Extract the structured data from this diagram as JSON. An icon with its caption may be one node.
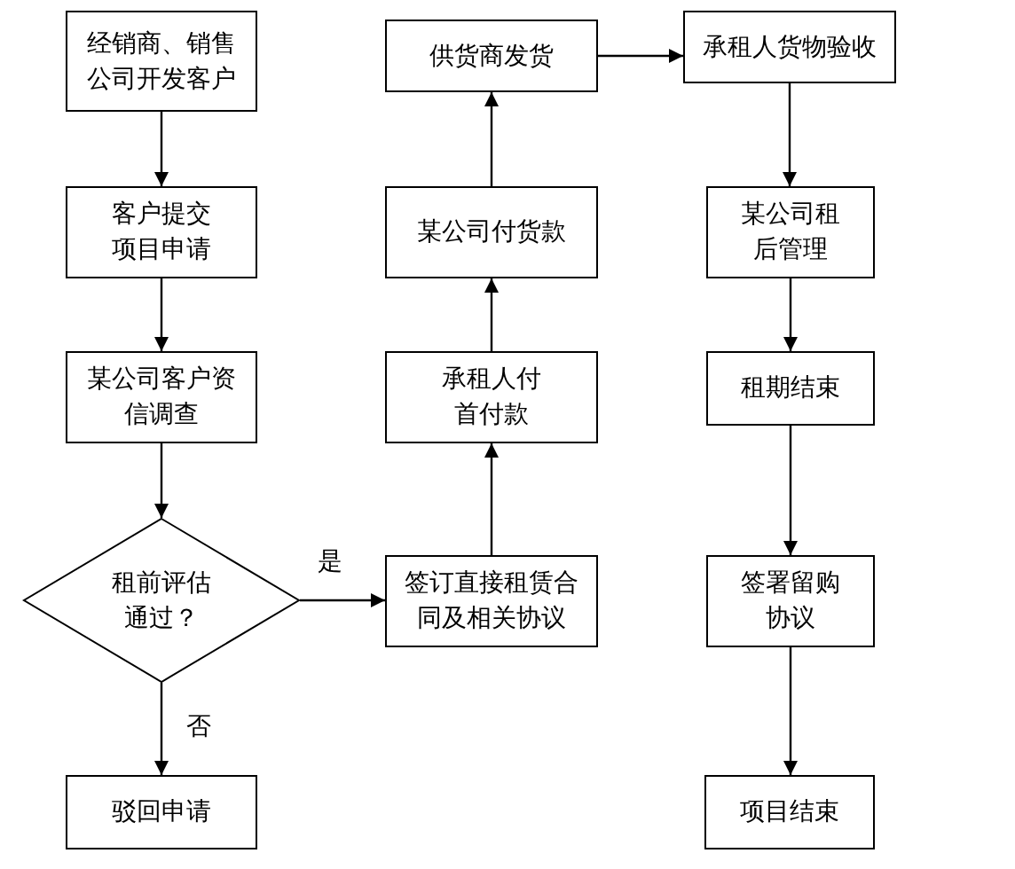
{
  "diagram": {
    "nodes": [
      {
        "text": [
          "经销商、销售公司开发客户"
        ]
      },
      {
        "text": [
          "客户提交项目申请"
        ]
      },
      {
        "text": [
          "某公司客户资信调查"
        ]
      },
      {
        "text": [
          "租前评估通过？"
        ]
      },
      {
        "text": [
          "签订直接租赁合同及相关协议"
        ]
      },
      {
        "text": [
          "承租人付首付款"
        ]
      },
      {
        "text": [
          "某公司付货款"
        ]
      },
      {
        "text": [
          "供货商发货"
        ]
      },
      {
        "text": [
          "承租人货物验收"
        ]
      },
      {
        "text": [
          "某公司租后管理"
        ]
      },
      {
        "text": [
          "租期结束"
        ]
      },
      {
        "text": [
          "签署留购协议"
        ]
      },
      {
        "text": [
          "项目结束"
        ]
      },
      {
        "text": [
          "驳回申请"
        ]
      }
    ],
    "edges": [
      {
        "from": 0,
        "to": 1,
        "arrow": "to"
      },
      {
        "from": 1,
        "to": 2,
        "arrow": "to"
      },
      {
        "from": 2,
        "to": 3,
        "arrow": "to"
      },
      {
        "from": 3,
        "to": 4,
        "arrow": "to",
        "label": "是"
      },
      {
        "from": 3,
        "to": 13,
        "arrow": "to",
        "label": "否"
      },
      {
        "from": 4,
        "to": 5,
        "arrow": "to"
      },
      {
        "from": 5,
        "to": 6,
        "arrow": "to"
      },
      {
        "from": 6,
        "to": 7,
        "arrow": "to"
      },
      {
        "from": 7,
        "to": 8,
        "arrow": "to"
      },
      {
        "from": 8,
        "to": 9,
        "arrow": "to"
      },
      {
        "from": 9,
        "to": 10,
        "arrow": "to"
      },
      {
        "from": 10,
        "to": 11,
        "arrow": "to"
      },
      {
        "from": 11,
        "to": 12,
        "arrow": "to"
      }
    ]
  }
}
